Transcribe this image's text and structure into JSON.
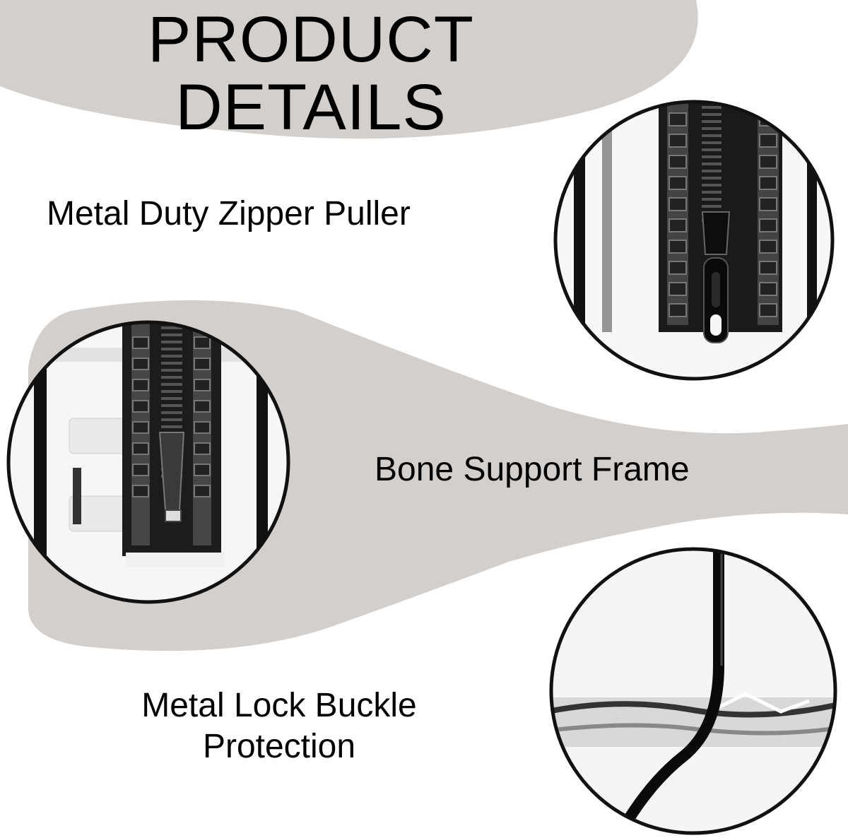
{
  "header": {
    "title_line1": "PRODUCT",
    "title_line2": "DETAILS"
  },
  "features": [
    {
      "label": "Metal Duty Zipper Puller",
      "icon": "zipper-puller-closeup"
    },
    {
      "label": "Bone Support Frame",
      "icon": "support-frame-closeup"
    },
    {
      "label_line1": "Metal Lock Buckle",
      "label_line2": "Protection",
      "icon": "piping-edge-closeup"
    }
  ],
  "colors": {
    "band": "#d2cfcc",
    "background": "#ffffff",
    "text": "#000000",
    "outline": "#111111"
  }
}
